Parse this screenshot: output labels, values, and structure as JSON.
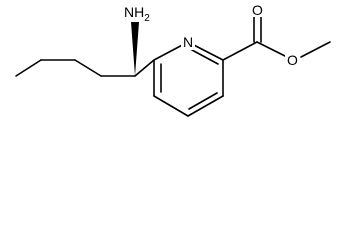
{
  "molecule": {
    "atoms": {
      "amine": "NH",
      "amine_sub": "2",
      "ring_nitrogen": "N",
      "carbonyl_oxygen": "O",
      "ester_oxygen": "O"
    },
    "colors": {
      "bond": "#000000",
      "text": "#000000",
      "background": "#ffffff"
    }
  }
}
